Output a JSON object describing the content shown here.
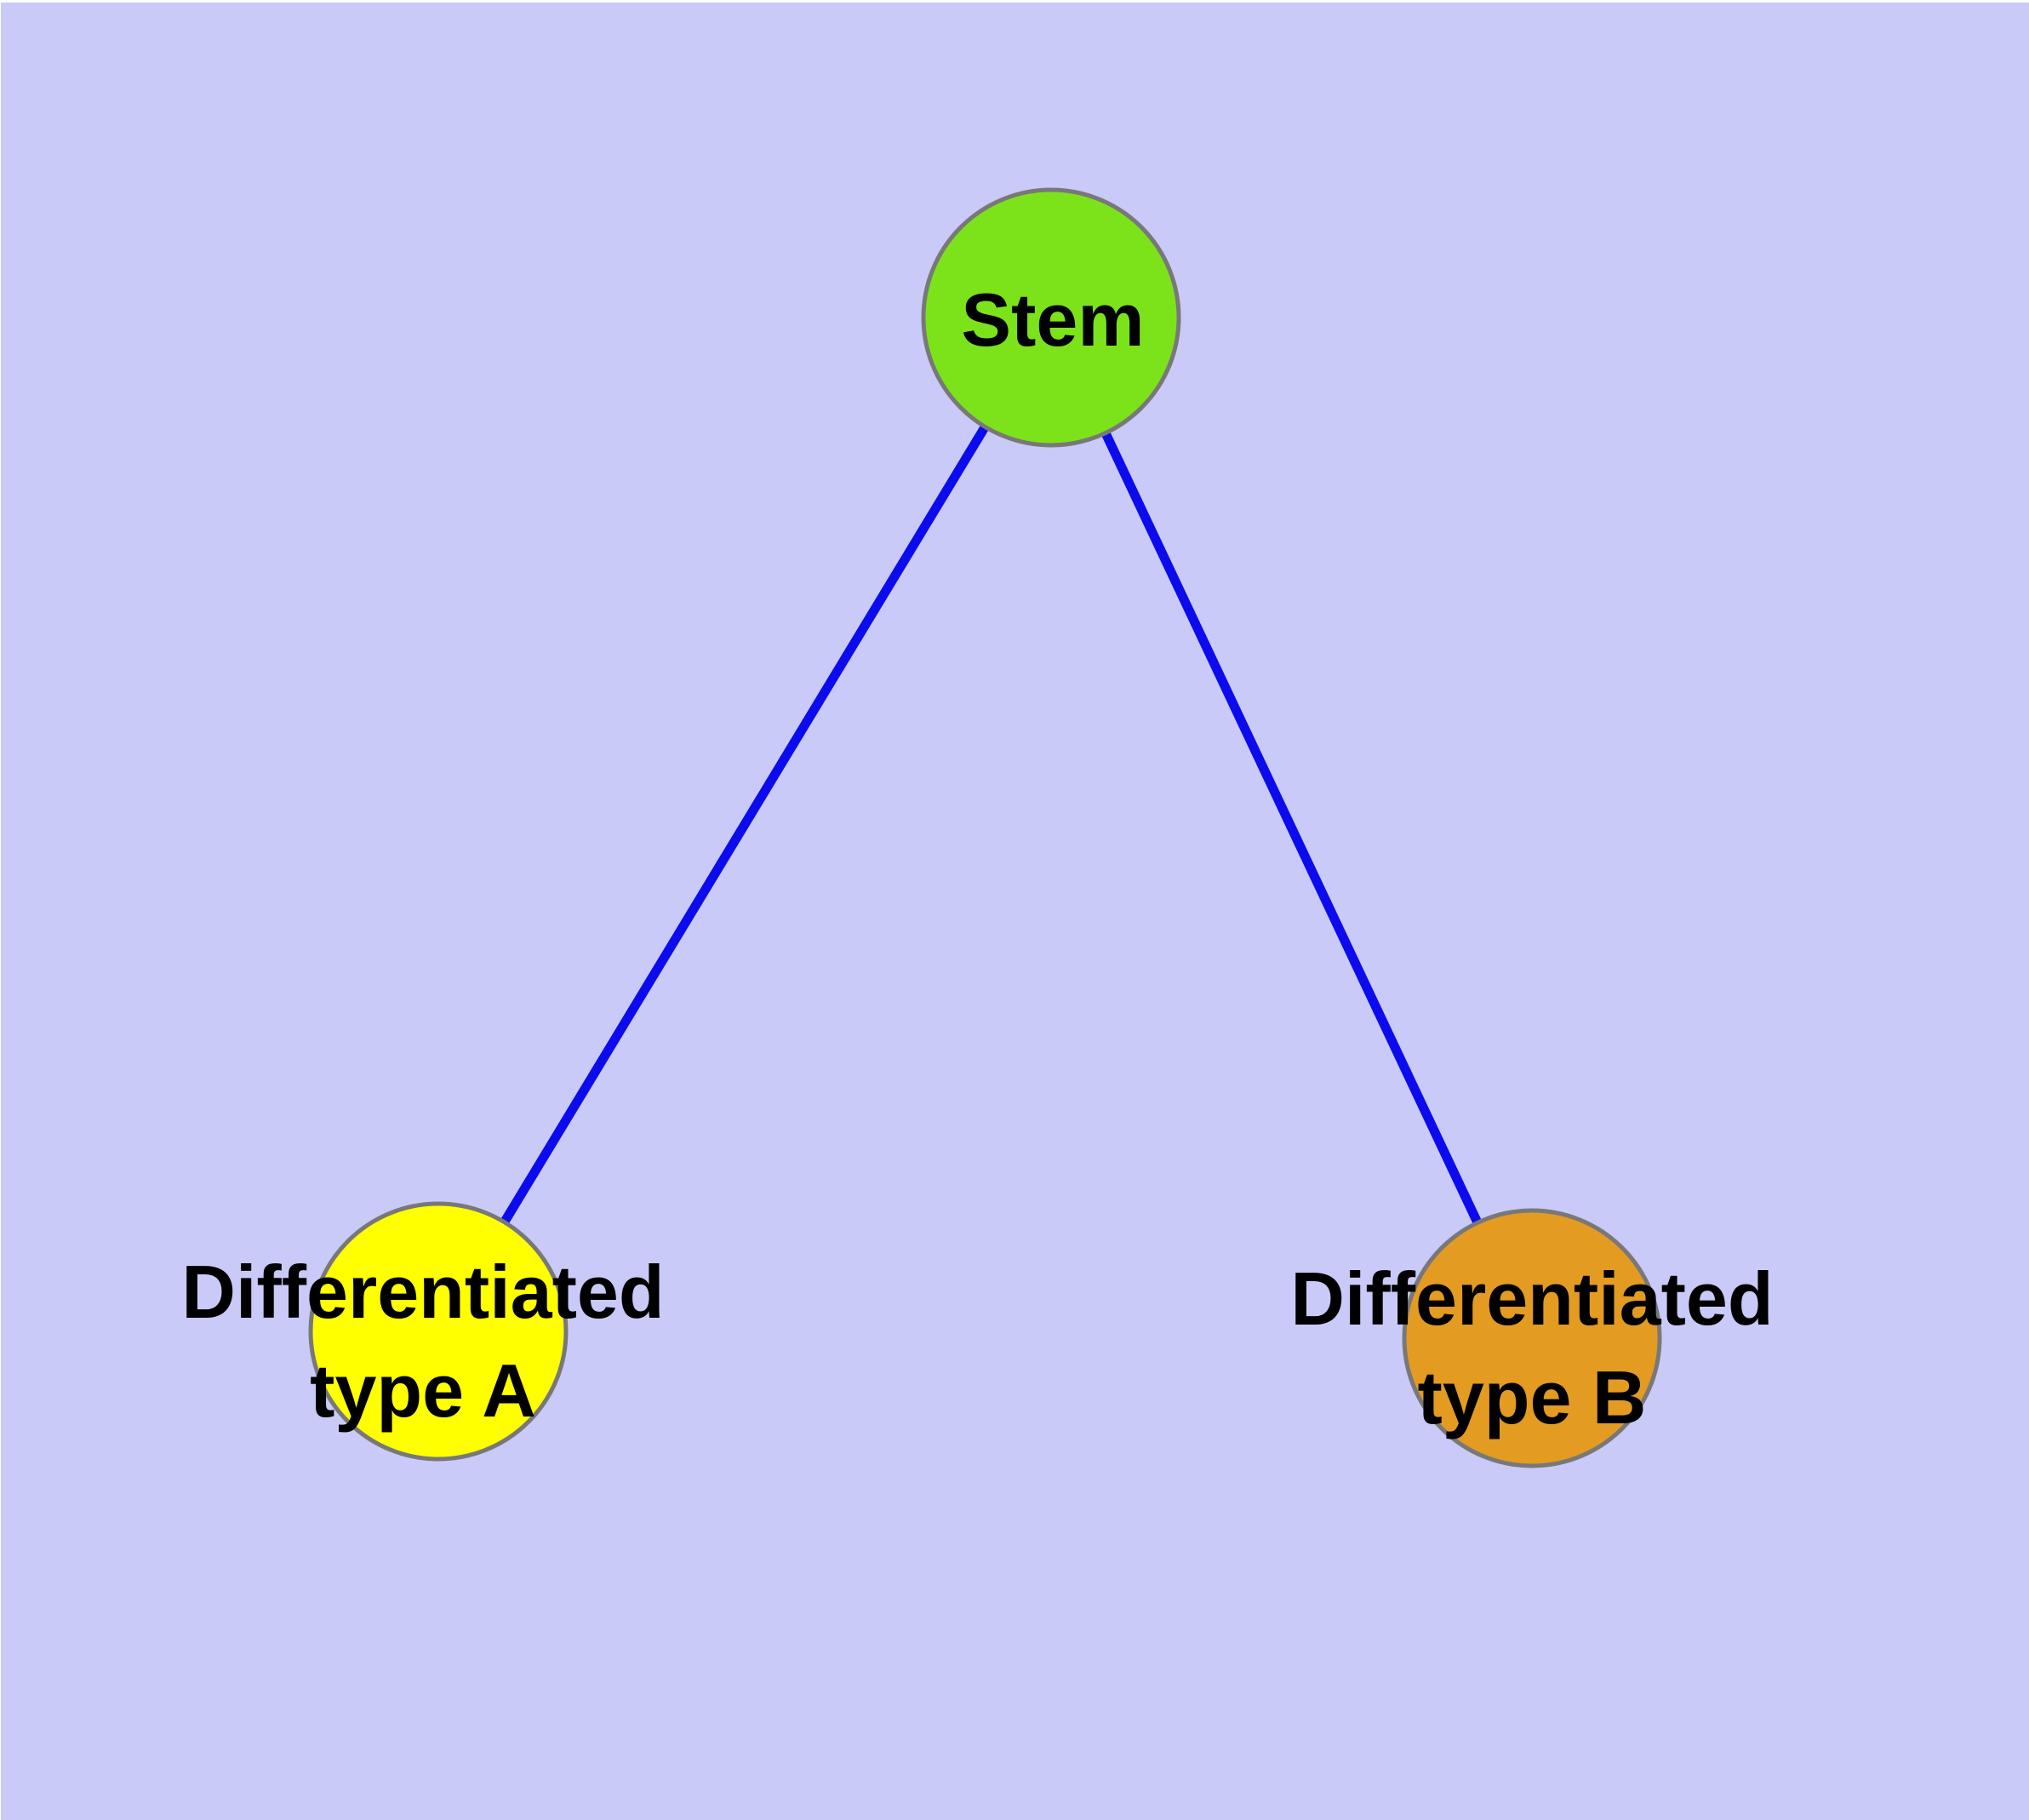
{
  "diagram": {
    "title": "stem-cell-differentiation-graph",
    "background_color": "#cacaf8",
    "margin_color": "#ffffff",
    "edge_color": "#0b0bee",
    "node_stroke_color": "#787878",
    "label_color": "#000000",
    "nodes": {
      "stem": {
        "label": "Stem",
        "fill": "#7ce31a"
      },
      "type_a": {
        "label_line1": "Differentiated",
        "label_line2": "type A",
        "fill": "#ffff00"
      },
      "type_b": {
        "label_line1": "Differentiated",
        "label_line2": "type B",
        "fill": "#e49b22"
      }
    },
    "edges": [
      {
        "from": "Stem",
        "to": "Differentiated type A"
      },
      {
        "from": "Stem",
        "to": "Differentiated type B"
      }
    ]
  }
}
